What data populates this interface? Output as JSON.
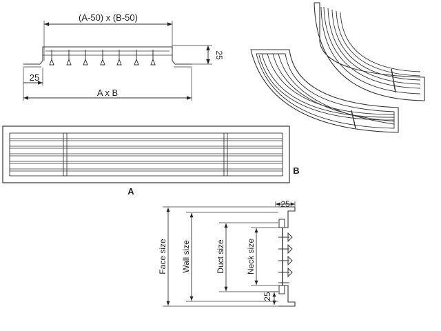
{
  "top_section": {
    "inner_dim_label": "(A-50) x (B-50)",
    "height_label": "25",
    "flange_label": "25",
    "overall_label": "A x B"
  },
  "front_view": {
    "caption": "A"
  },
  "curved_view": {
    "caption": "B"
  },
  "section_view": {
    "top_dim": "25",
    "bottom_dim": "25",
    "face_size": "Face size",
    "wall_size": "Wall size",
    "duct_size": "Duct size",
    "neck_size": "Neck size"
  }
}
